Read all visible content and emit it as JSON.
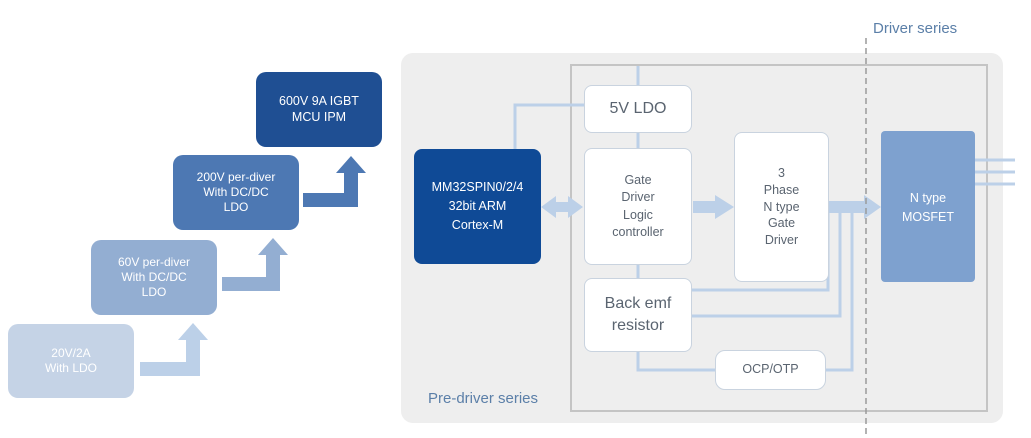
{
  "steps": [
    {
      "label": "20V/2A\nWith LDO",
      "color": "#c5d3e6"
    },
    {
      "label": "60V per-diver\nWith DC/DC\nLDO",
      "color": "#93aed2"
    },
    {
      "label": "200V per-diver\nWith DC/DC\nLDO",
      "color": "#4d78b3"
    },
    {
      "label": "600V 9A IGBT\nMCU IPM",
      "color": "#1f4f93"
    }
  ],
  "blocks": {
    "mcu": "MM32SPIN0/2/4\n32bit ARM\nCortex-M",
    "ldo": "5V LDO",
    "gate_logic": "Gate\nDriver\nLogic\ncontroller",
    "phase_driver": "3\nPhase\nN type\nGate\nDriver",
    "back_emf": "Back emf\nresistor",
    "ocp": "OCP/OTP",
    "mosfet": "N type\nMOSFET"
  },
  "series_labels": {
    "pre_driver": "Pre-driver series",
    "driver": "Driver series"
  },
  "colors": {
    "mcu": "#0f4a96",
    "mosfet": "#7ea1cf",
    "panel": "#eeeeee",
    "connector": "#bcd0e8",
    "label_text": "#5b7fa8"
  }
}
